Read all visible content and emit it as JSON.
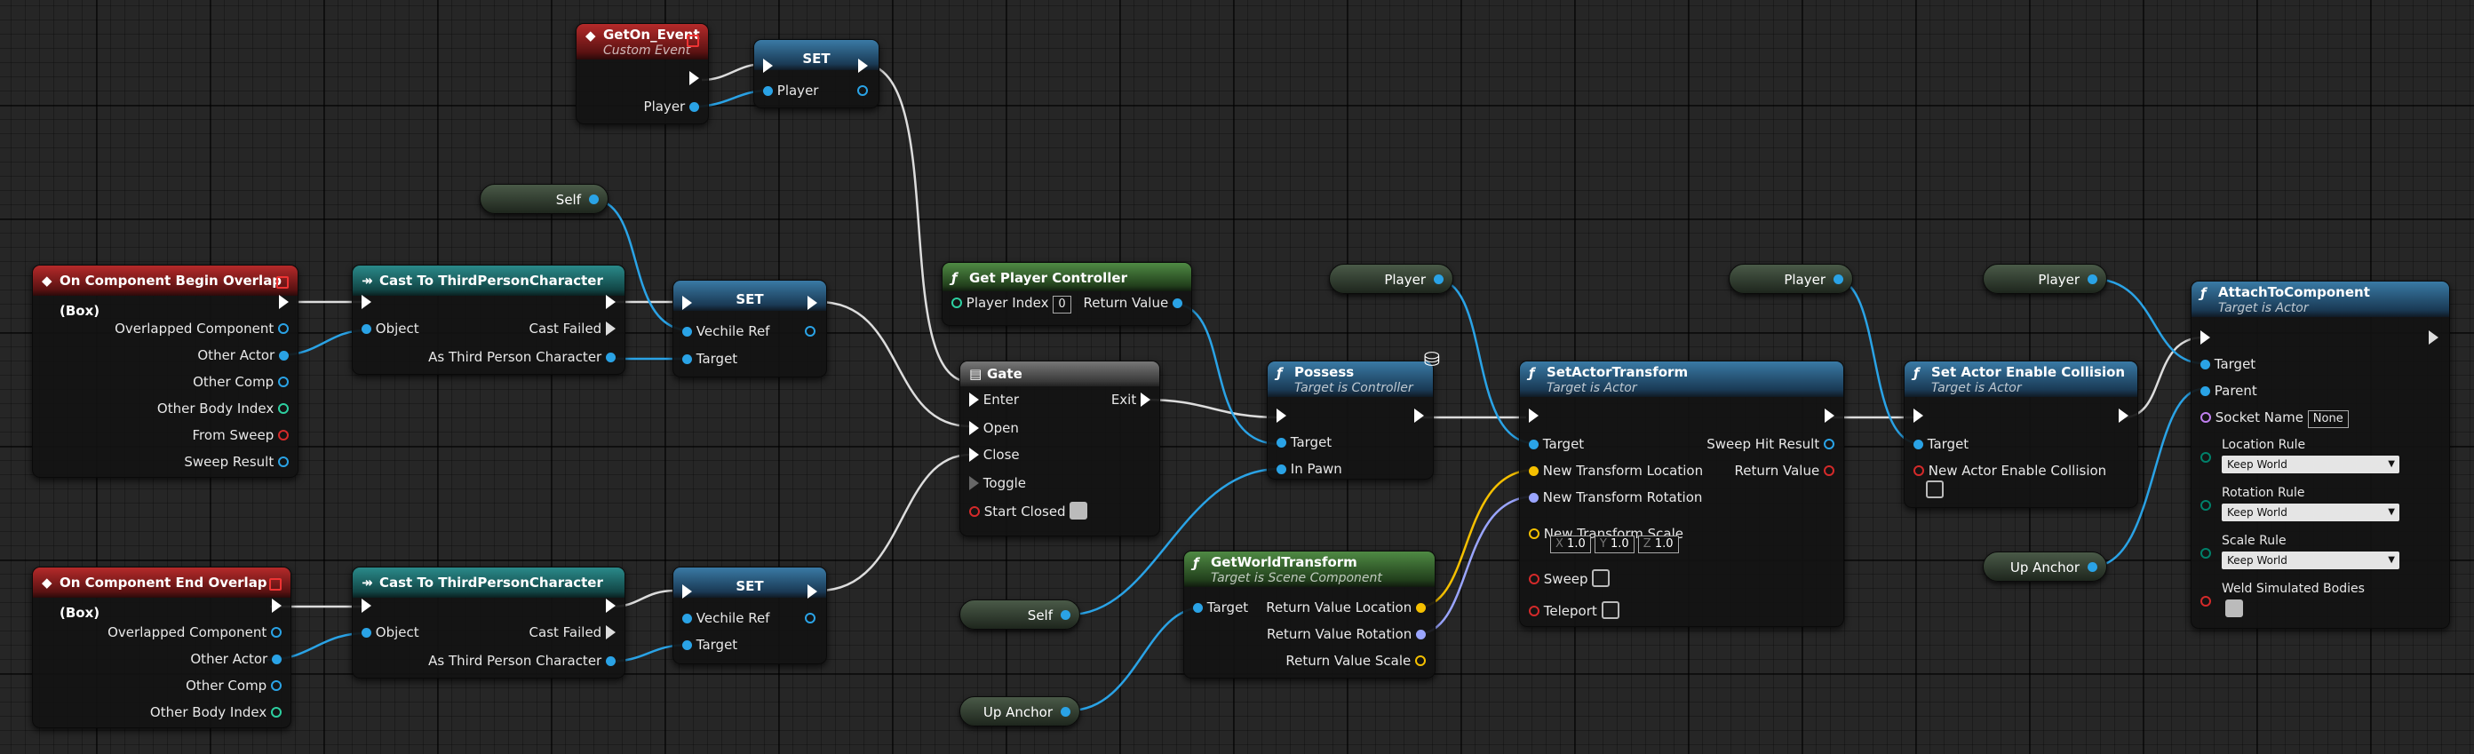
{
  "colors": {
    "exec": "#ffffff",
    "object": "#2aa3e6",
    "struct_transform": "#f09a00",
    "rotator": "#9aa5ff",
    "vector": "#f5c000",
    "bool": "#d42a2a",
    "name": "#c080f0",
    "enum": "#00806a",
    "wire_white": "#dddddd"
  },
  "get_on_event": {
    "title": "GetOn_Event",
    "subtitle": "Custom Event",
    "pin_player": "Player"
  },
  "set_top": {
    "title": "SET",
    "pin_player": "Player"
  },
  "self_top": {
    "label": "Self"
  },
  "begin_overlap": {
    "title": "On Component Begin Overlap (Box)",
    "pins": [
      "Overlapped Component",
      "Other Actor",
      "Other Comp",
      "Other Body Index",
      "From Sweep",
      "Sweep Result"
    ]
  },
  "cast_top": {
    "title": "Cast To ThirdPersonCharacter",
    "object": "Object",
    "cast_failed": "Cast Failed",
    "as_char": "As Third Person Character"
  },
  "set_mid": {
    "title": "SET",
    "vehicle_ref": "Vechile Ref",
    "target": "Target"
  },
  "end_overlap": {
    "title": "On Component End Overlap (Box)",
    "pins": [
      "Overlapped Component",
      "Other Actor",
      "Other Comp",
      "Other Body Index"
    ]
  },
  "cast_bottom": {
    "title": "Cast To ThirdPersonCharacter",
    "object": "Object",
    "cast_failed": "Cast Failed",
    "as_char": "As Third Person Character"
  },
  "set_bottom": {
    "title": "SET",
    "vehicle_ref": "Vechile Ref",
    "target": "Target"
  },
  "get_player_controller": {
    "title": "Get Player Controller",
    "player_index": "Player Index",
    "player_index_value": "0",
    "return_value": "Return Value"
  },
  "gate": {
    "title": "Gate",
    "enter": "Enter",
    "exit": "Exit",
    "open": "Open",
    "close": "Close",
    "toggle": "Toggle",
    "start_closed": "Start Closed"
  },
  "possess": {
    "title": "Possess",
    "subtitle": "Target is Controller",
    "target": "Target",
    "in_pawn": "In Pawn"
  },
  "self_bottom": {
    "label": "Self"
  },
  "up_anchor_left": {
    "label": "Up Anchor"
  },
  "get_world_transform": {
    "title": "GetWorldTransform",
    "subtitle": "Target is Scene Component",
    "target": "Target",
    "loc": "Return Value Location",
    "rot": "Return Value Rotation",
    "scale": "Return Value Scale"
  },
  "player_var_1": {
    "label": "Player"
  },
  "set_actor_transform": {
    "title": "SetActorTransform",
    "subtitle": "Target is Actor",
    "target": "Target",
    "sweep_hit": "Sweep Hit Result",
    "new_loc": "New Transform Location",
    "return_value": "Return Value",
    "new_rot": "New Transform Rotation",
    "new_scale": "New Transform Scale",
    "sx": "X",
    "sxv": "1.0",
    "sy": "Y",
    "syv": "1.0",
    "sz": "Z",
    "szv": "1.0",
    "sweep": "Sweep",
    "teleport": "Teleport"
  },
  "player_var_2": {
    "label": "Player"
  },
  "set_collision": {
    "title": "Set Actor Enable Collision",
    "subtitle": "Target is Actor",
    "target": "Target",
    "new_collision": "New Actor Enable Collision"
  },
  "player_var_3": {
    "label": "Player"
  },
  "up_anchor_right": {
    "label": "Up Anchor"
  },
  "attach": {
    "title": "AttachToComponent",
    "subtitle": "Target is Actor",
    "target": "Target",
    "parent": "Parent",
    "socket": "Socket Name",
    "socket_value": "None",
    "loc_rule": "Location Rule",
    "loc_value": "Keep World",
    "rot_rule": "Rotation Rule",
    "rot_value": "Keep World",
    "scale_rule": "Scale Rule",
    "scale_value": "Keep World",
    "weld": "Weld Simulated Bodies"
  }
}
